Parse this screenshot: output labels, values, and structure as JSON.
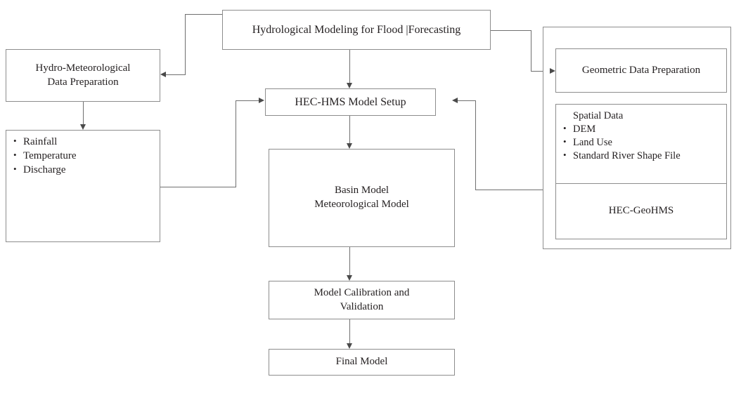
{
  "diagram": {
    "title": "Hydrological Modeling for Flood |Forecasting",
    "type": "flowchart",
    "background_color": "#ffffff",
    "border_color": "#8d8d8d",
    "text_color": "#231f20",
    "connector_color": "#6f6f6f"
  },
  "nodes": {
    "root": {
      "label": "Hydrological Modeling for Flood |Forecasting"
    },
    "hydro_met": {
      "label": "Hydro-Meteorological\nData Preparation"
    },
    "hydro_met_items": {
      "items": [
        "Rainfall",
        "Temperature",
        "Discharge"
      ]
    },
    "hms_setup": {
      "label": "HEC-HMS Model Setup"
    },
    "basin_model": {
      "label": "Basin Model\nMeteorological Model"
    },
    "calibration": {
      "label": "Model Calibration and\nValidation"
    },
    "final_model": {
      "label": "Final Model"
    },
    "geometric_data": {
      "label": "Geometric Data Preparation"
    },
    "spatial_data": {
      "heading": "Spatial Data",
      "items": [
        "DEM",
        "Land Use",
        "Standard River Shape File"
      ]
    },
    "geohms": {
      "label": "HEC-GeoHMS"
    }
  },
  "edges": [
    {
      "name": "root-to-hydro-met",
      "from": "root",
      "to": "hydro_met",
      "arrow": "left"
    },
    {
      "name": "root-to-hms-setup",
      "from": "root",
      "to": "hms_setup",
      "arrow": "down"
    },
    {
      "name": "root-to-geometric-data",
      "from": "root",
      "to": "geometric_data",
      "arrow": "right"
    },
    {
      "name": "hydro-met-to-items",
      "from": "hydro_met",
      "to": "hydro_met_items",
      "arrow": "down"
    },
    {
      "name": "items-to-hms-setup",
      "from": "hydro_met_items",
      "to": "hms_setup",
      "arrow": "right"
    },
    {
      "name": "geo-panel-to-hms-setup",
      "from": "geohms_panel",
      "to": "hms_setup",
      "arrow": "left"
    },
    {
      "name": "hms-setup-to-basin-model",
      "from": "hms_setup",
      "to": "basin_model",
      "arrow": "down"
    },
    {
      "name": "basin-model-to-calibration",
      "from": "basin_model",
      "to": "calibration",
      "arrow": "down"
    },
    {
      "name": "calibration-to-final-model",
      "from": "calibration",
      "to": "final_model",
      "arrow": "down"
    }
  ]
}
